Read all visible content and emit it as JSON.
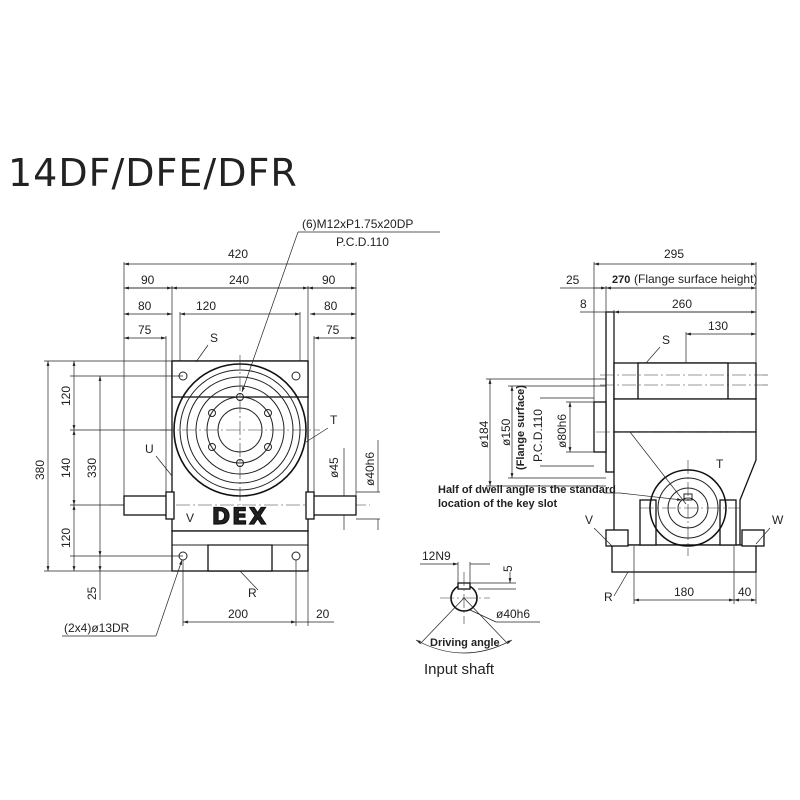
{
  "title": "14DF/DFE/DFR",
  "brand": "DEX",
  "front_view": {
    "dims": {
      "overall_width": "420",
      "left_90": "90",
      "center_240": "240",
      "right_90": "90",
      "left_80": "80",
      "center_120": "120",
      "right_80": "80",
      "left_75": "75",
      "right_75": "75",
      "height_380": "380",
      "v_120_top": "120",
      "v_140": "140",
      "v_120_bottom": "120",
      "v_330": "330",
      "v_25": "25",
      "base_200": "200",
      "base_20": "20",
      "shaft_dia_45": "ø45",
      "shaft_dia_40h6": "ø40h6"
    },
    "callouts": {
      "tapped_holes": "(6)M12xP1.75x20DP",
      "pcd": "P.C.D.110",
      "mount_holes": "(2x4)ø13DR"
    },
    "letters": {
      "S": "S",
      "T": "T",
      "U": "U",
      "V": "V",
      "R": "R"
    }
  },
  "side_view": {
    "dims": {
      "overall_295": "295",
      "d25": "25",
      "flange_height_value": "270",
      "flange_height_note": "(Flange surface height)",
      "d8": "8",
      "d260": "260",
      "d130": "130",
      "dia184": "ø184",
      "dia150": "ø150",
      "flange_surface": "(Flange surface)",
      "pcd": "P.C.D.110",
      "dia80h6": "ø80h6",
      "base_180": "180",
      "base_40": "40"
    },
    "note_line1": "Half of dwell angle is the standard",
    "note_line2": "location of the key slot",
    "letters": {
      "S": "S",
      "T": "T",
      "V": "V",
      "W": "W",
      "R": "R"
    }
  },
  "input_shaft": {
    "key": "12N9",
    "key_depth": "5",
    "dia": "ø40h6",
    "driving_angle": "Driving angle",
    "caption": "Input shaft"
  }
}
